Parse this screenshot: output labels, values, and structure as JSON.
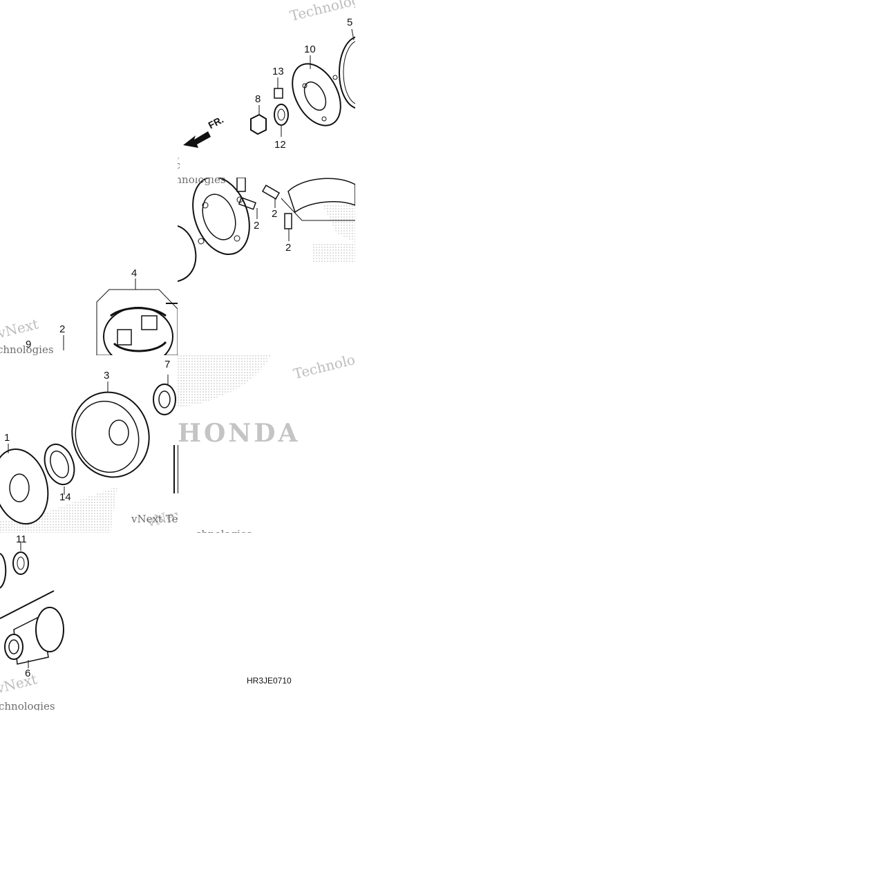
{
  "diagram": {
    "callouts": [
      "1",
      "2",
      "2",
      "2",
      "2",
      "3",
      "4",
      "5",
      "6",
      "7",
      "8",
      "9",
      "10",
      "11",
      "12",
      "13",
      "14"
    ],
    "direction_label": "FR.",
    "brand_watermark": "HONDA",
    "watermark_text_a": "vNext",
    "watermark_text_b": "Technologies",
    "watermark_text_c": "vNext Tec",
    "watermark_text_d": "chnologies",
    "part_code": "HR3JE0710"
  },
  "colors": {
    "line": "#111111",
    "watermark": "#bdbdbd",
    "dots": "#c8c8c8"
  }
}
